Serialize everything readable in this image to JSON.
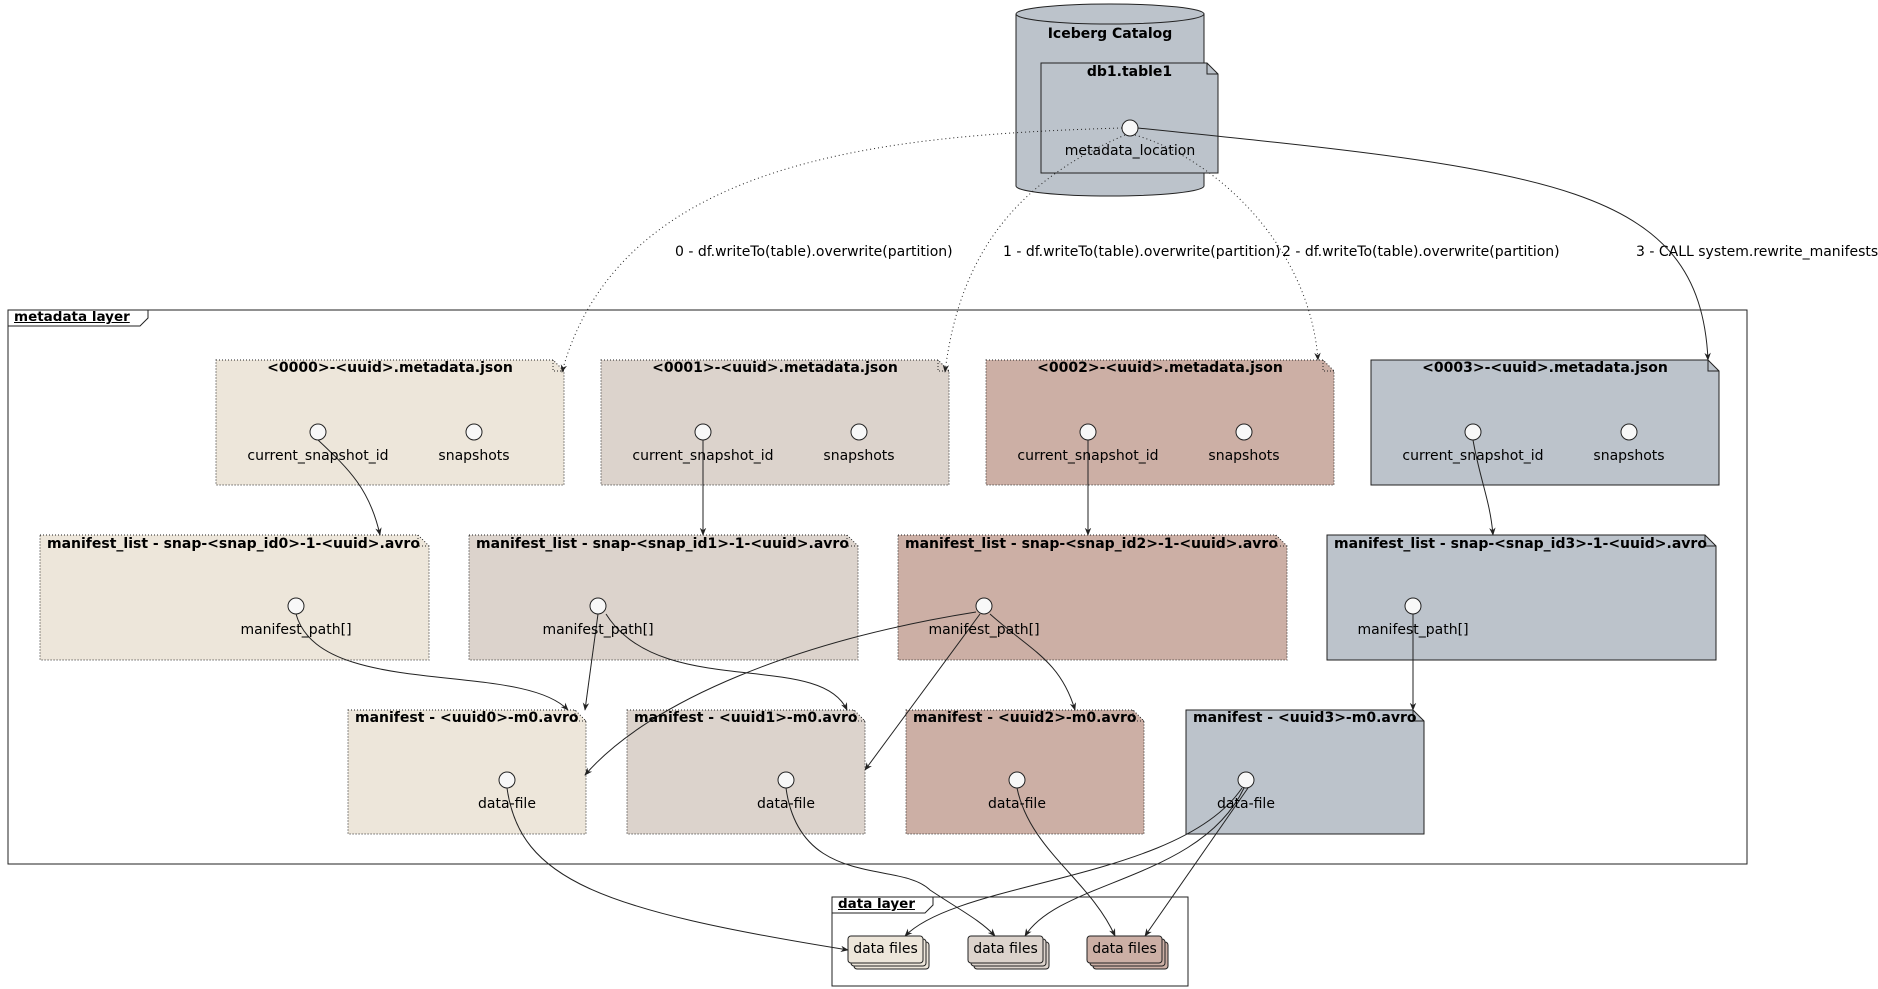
{
  "catalog": {
    "title": "Iceberg Catalog",
    "table": "db1.table1",
    "field": "metadata_location"
  },
  "edges": [
    "0 - df.writeTo(table).overwrite(partition)",
    "1 - df.writeTo(table).overwrite(partition)",
    "2 - df.writeTo(table).overwrite(partition)",
    "3 - CALL system.rewrite_manifests"
  ],
  "metadata_layer": {
    "title": "metadata layer",
    "metadata_files": [
      {
        "title": "<0000>-<uuid>.metadata.json",
        "field1": "current_snapshot_id",
        "field2": "snapshots"
      },
      {
        "title": "<0001>-<uuid>.metadata.json",
        "field1": "current_snapshot_id",
        "field2": "snapshots"
      },
      {
        "title": "<0002>-<uuid>.metadata.json",
        "field1": "current_snapshot_id",
        "field2": "snapshots"
      },
      {
        "title": "<0003>-<uuid>.metadata.json",
        "field1": "current_snapshot_id",
        "field2": "snapshots"
      }
    ],
    "manifest_lists": [
      {
        "title": "manifest_list - snap-<snap_id0>-1-<uuid>.avro",
        "field": "manifest_path[]"
      },
      {
        "title": "manifest_list - snap-<snap_id1>-1-<uuid>.avro",
        "field": "manifest_path[]"
      },
      {
        "title": "manifest_list - snap-<snap_id2>-1-<uuid>.avro",
        "field": "manifest_path[]"
      },
      {
        "title": "manifest_list - snap-<snap_id3>-1-<uuid>.avro",
        "field": "manifest_path[]"
      }
    ],
    "manifests": [
      {
        "title": "manifest - <uuid0>-m0.avro",
        "field": "data-file"
      },
      {
        "title": "manifest - <uuid1>-m0.avro",
        "field": "data-file"
      },
      {
        "title": "manifest - <uuid2>-m0.avro",
        "field": "data-file"
      },
      {
        "title": "manifest - <uuid3>-m0.avro",
        "field": "data-file"
      }
    ]
  },
  "data_layer": {
    "title": "data layer",
    "files": [
      "data files",
      "data files",
      "data files"
    ]
  },
  "colors": {
    "beige": "#EDE6DA",
    "taupe": "#DCD3CC",
    "rose": "#CCAFA5",
    "slate": "#BCC3CB",
    "stroke": "#222222"
  }
}
